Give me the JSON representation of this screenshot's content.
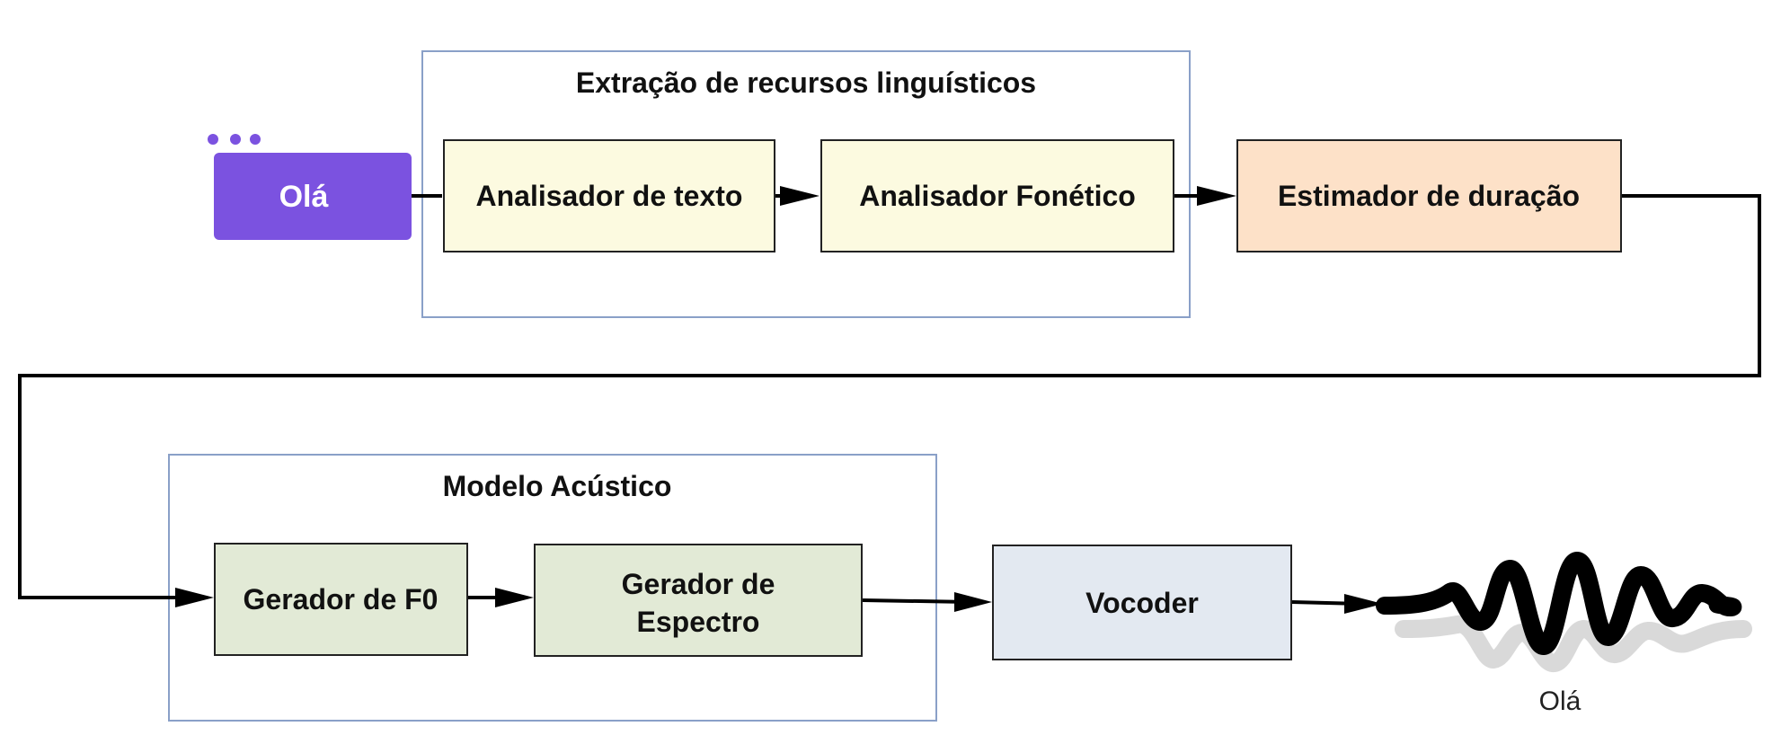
{
  "input": {
    "label": "Olá"
  },
  "groups": {
    "linguistic": {
      "title": "Extração de recursos linguísticos"
    },
    "acoustic": {
      "title": "Modelo Acústico"
    }
  },
  "boxes": {
    "text_analyzer": {
      "label": "Analisador de texto"
    },
    "phonetic_analyzer": {
      "label": "Analisador Fonético"
    },
    "duration_estimator": {
      "label": "Estimador de duração"
    },
    "f0_generator": {
      "label": "Gerador de F0"
    },
    "spectrum_generator": {
      "line1": "Gerador de",
      "line2": "Espectro"
    },
    "vocoder": {
      "label": "Vocoder"
    }
  },
  "output": {
    "label": "Olá"
  },
  "colors": {
    "bubble": "#7b52e0",
    "group_border": "#8aa0c8",
    "linguistic_box": "#fcfae0",
    "duration_box": "#fde1c8",
    "acoustic_box": "#e2ead6",
    "vocoder_box": "#e3e9f1",
    "wave": "#000000",
    "wave_shadow": "#d9d9d9"
  }
}
